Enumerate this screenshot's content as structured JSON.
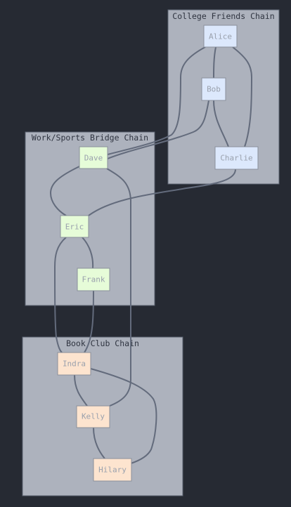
{
  "colors": {
    "background": "#262a33",
    "cluster_fill": "#adb2bd",
    "edge": "#636b7c",
    "college_node": "#dce8fc",
    "work_node": "#e6fcd8",
    "book_node": "#fde4cf"
  },
  "clusters": {
    "college": {
      "label": "College Friends Chain"
    },
    "work": {
      "label": "Work/Sports Bridge Chain"
    },
    "book": {
      "label": "Book Club Chain"
    }
  },
  "nodes": {
    "alice": {
      "label": "Alice"
    },
    "bob": {
      "label": "Bob"
    },
    "charlie": {
      "label": "Charlie"
    },
    "dave": {
      "label": "Dave"
    },
    "eric": {
      "label": "Eric"
    },
    "frank": {
      "label": "Frank"
    },
    "indra": {
      "label": "Indra"
    },
    "kelly": {
      "label": "Kelly"
    },
    "hilary": {
      "label": "Hilary"
    }
  },
  "edges": [
    {
      "from": "Alice",
      "to": "Bob"
    },
    {
      "from": "Alice",
      "to": "Charlie"
    },
    {
      "from": "Bob",
      "to": "Charlie"
    },
    {
      "from": "Alice",
      "to": "Dave"
    },
    {
      "from": "Bob",
      "to": "Dave"
    },
    {
      "from": "Charlie",
      "to": "Eric"
    },
    {
      "from": "Dave",
      "to": "Eric"
    },
    {
      "from": "Eric",
      "to": "Frank"
    },
    {
      "from": "Eric",
      "to": "Indra"
    },
    {
      "from": "Dave",
      "to": "Kelly"
    },
    {
      "from": "Frank",
      "to": "Indra"
    },
    {
      "from": "Indra",
      "to": "Kelly"
    },
    {
      "from": "Indra",
      "to": "Hilary"
    },
    {
      "from": "Kelly",
      "to": "Hilary"
    }
  ]
}
